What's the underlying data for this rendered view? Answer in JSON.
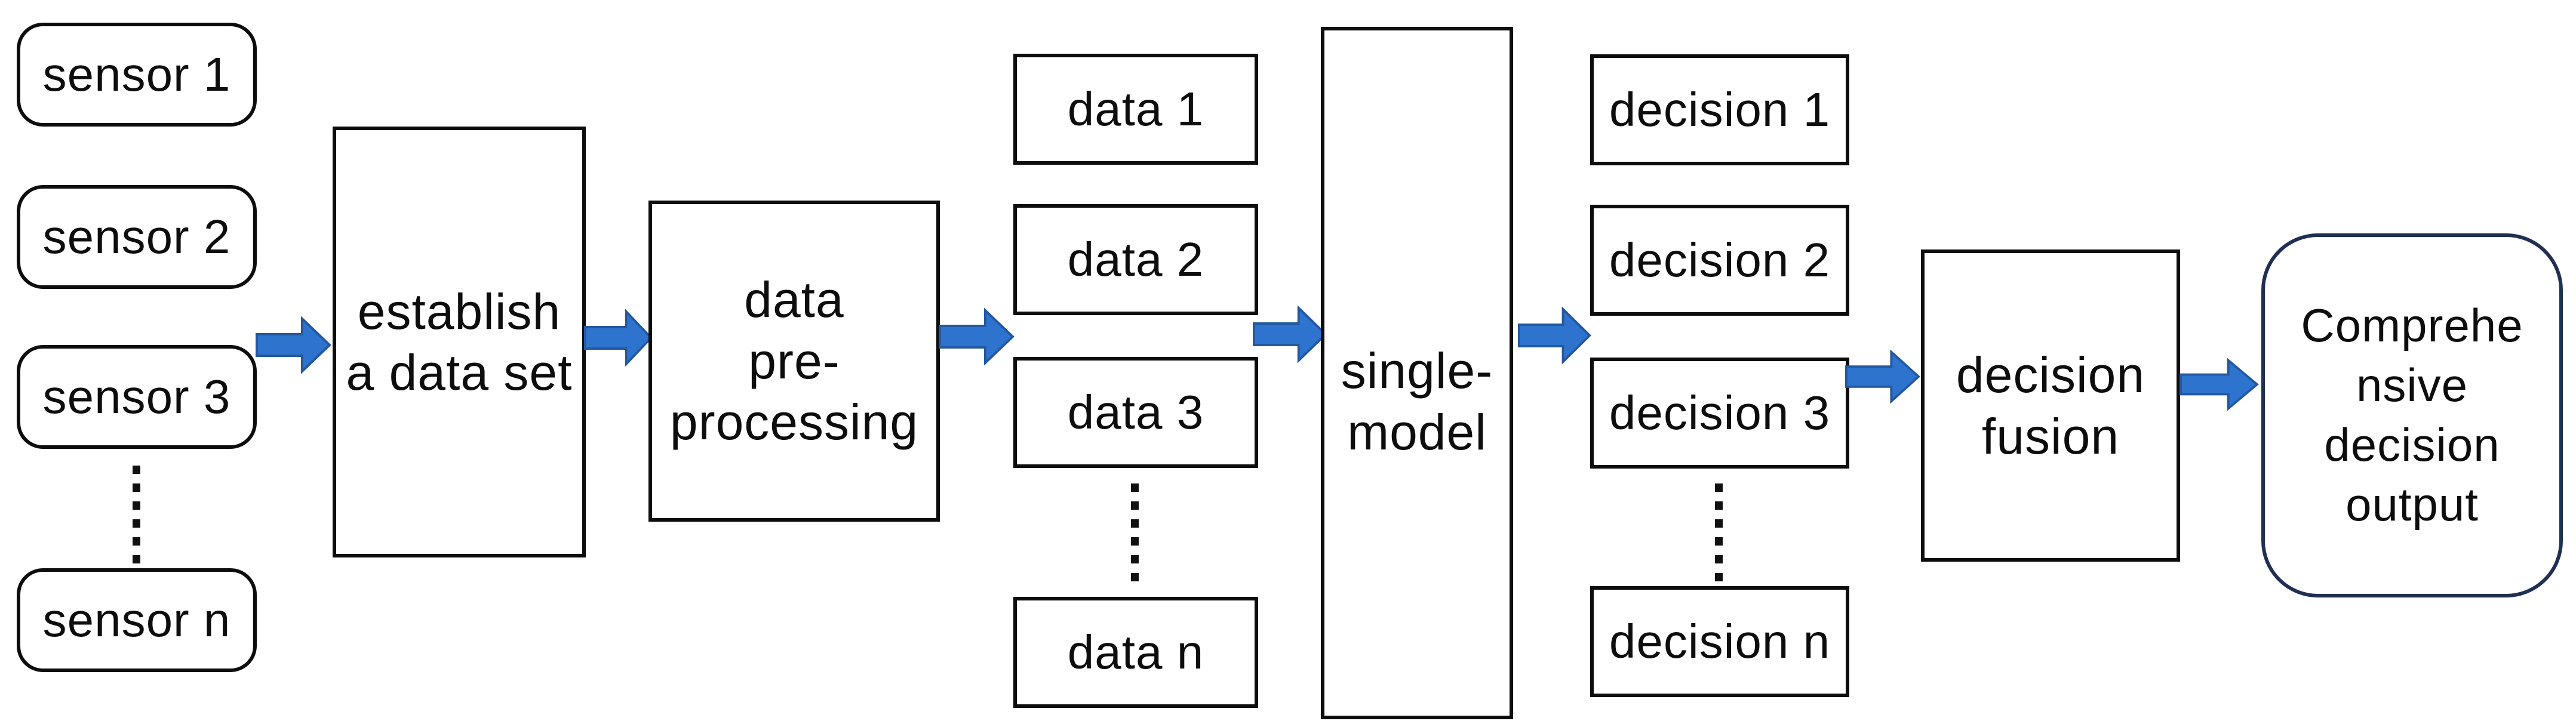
{
  "figure": {
    "type": "flow-diagram",
    "background_color": "#ffffff",
    "box_border_color": "#0d0d0d",
    "output_box_border_color": "#203052",
    "arrow_fill_color": "#2e74ce",
    "arrow_stroke_color": "#2458a0",
    "sensors": [
      "sensor 1",
      "sensor 2",
      "sensor 3",
      "sensor n"
    ],
    "data_items": [
      "data 1",
      "data 2",
      "data 3",
      "data n"
    ],
    "decisions": [
      "decision 1",
      "decision 2",
      "decision 3",
      "decision n"
    ],
    "establish_label": "establish\na data set",
    "preprocessing_label": "data\npre-\nprocessing",
    "single_model_label": "single-\nmodel",
    "decision_fusion_label": "decision\nfusion",
    "output_label": "Comprehe\nnsive\ndecision\noutput",
    "flow": [
      "sensors -> establish a data set",
      "establish a data set -> data pre-processing",
      "data pre-processing -> data items",
      "data items -> single-model",
      "single-model -> decisions",
      "decisions -> decision fusion",
      "decision fusion -> comprehensive decision output"
    ]
  }
}
